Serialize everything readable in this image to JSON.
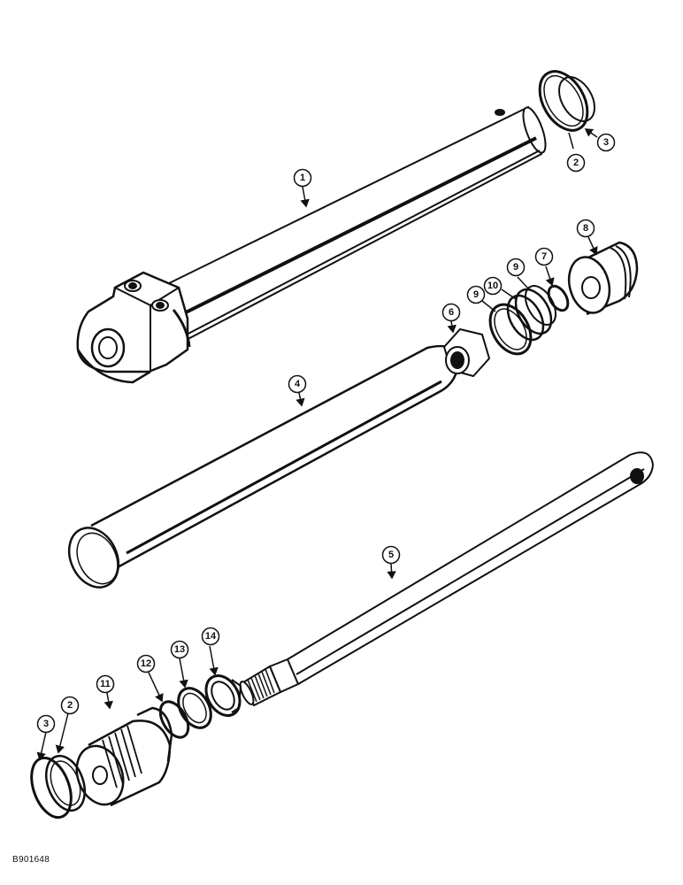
{
  "callouts": {
    "c1": "1",
    "c2a": "2",
    "c3a": "3",
    "c4": "4",
    "c5": "5",
    "c6": "6",
    "c7": "7",
    "c8": "8",
    "c9a": "9",
    "c9b": "9",
    "c10": "10",
    "c11": "11",
    "c12": "12",
    "c13": "13",
    "c14": "14",
    "c2b": "2",
    "c3b": "3"
  },
  "reference_code": "B901648"
}
